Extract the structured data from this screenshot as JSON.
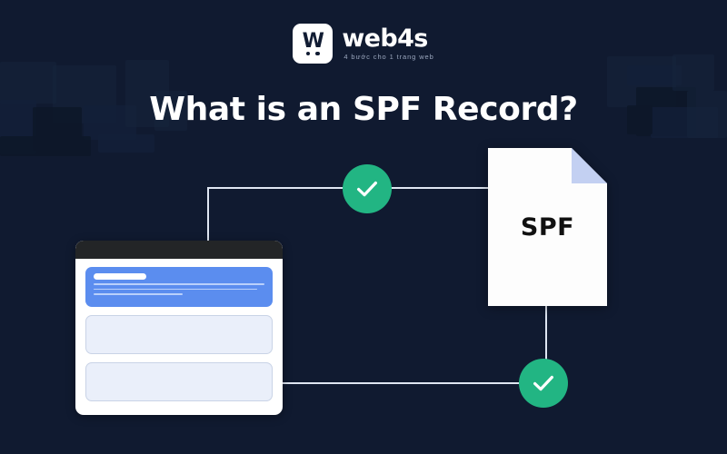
{
  "theme": {
    "background": "#101a30",
    "accent_blue": "#5b8def",
    "accent_green": "#22b583",
    "line_color": "#dfe6f2",
    "doc_fold": "#c3d0f2",
    "text_light": "#ffffff"
  },
  "brand": {
    "logo_icon": "web4s-w-logo-icon",
    "logo_glyph": "W",
    "name": "web4s",
    "tagline": "4 bước cho 1 trang web"
  },
  "headline": "What is an SPF Record?",
  "diagram": {
    "document": {
      "icon": "spf-document-icon",
      "label": "SPF"
    },
    "browser": {
      "name": "browser-window-mock",
      "cards": [
        {
          "type": "highlighted",
          "color": "#5b8def"
        },
        {
          "type": "empty",
          "color": "#eaeffa"
        },
        {
          "type": "empty",
          "color": "#eaeffa"
        }
      ]
    },
    "checks": [
      {
        "icon": "check-circle-icon",
        "position": "top"
      },
      {
        "icon": "check-circle-icon",
        "position": "bottom"
      }
    ],
    "connectors": [
      "browser-top-to-check-top",
      "check-top-to-document",
      "document-to-check-bottom",
      "browser-right-to-check-bottom"
    ]
  }
}
